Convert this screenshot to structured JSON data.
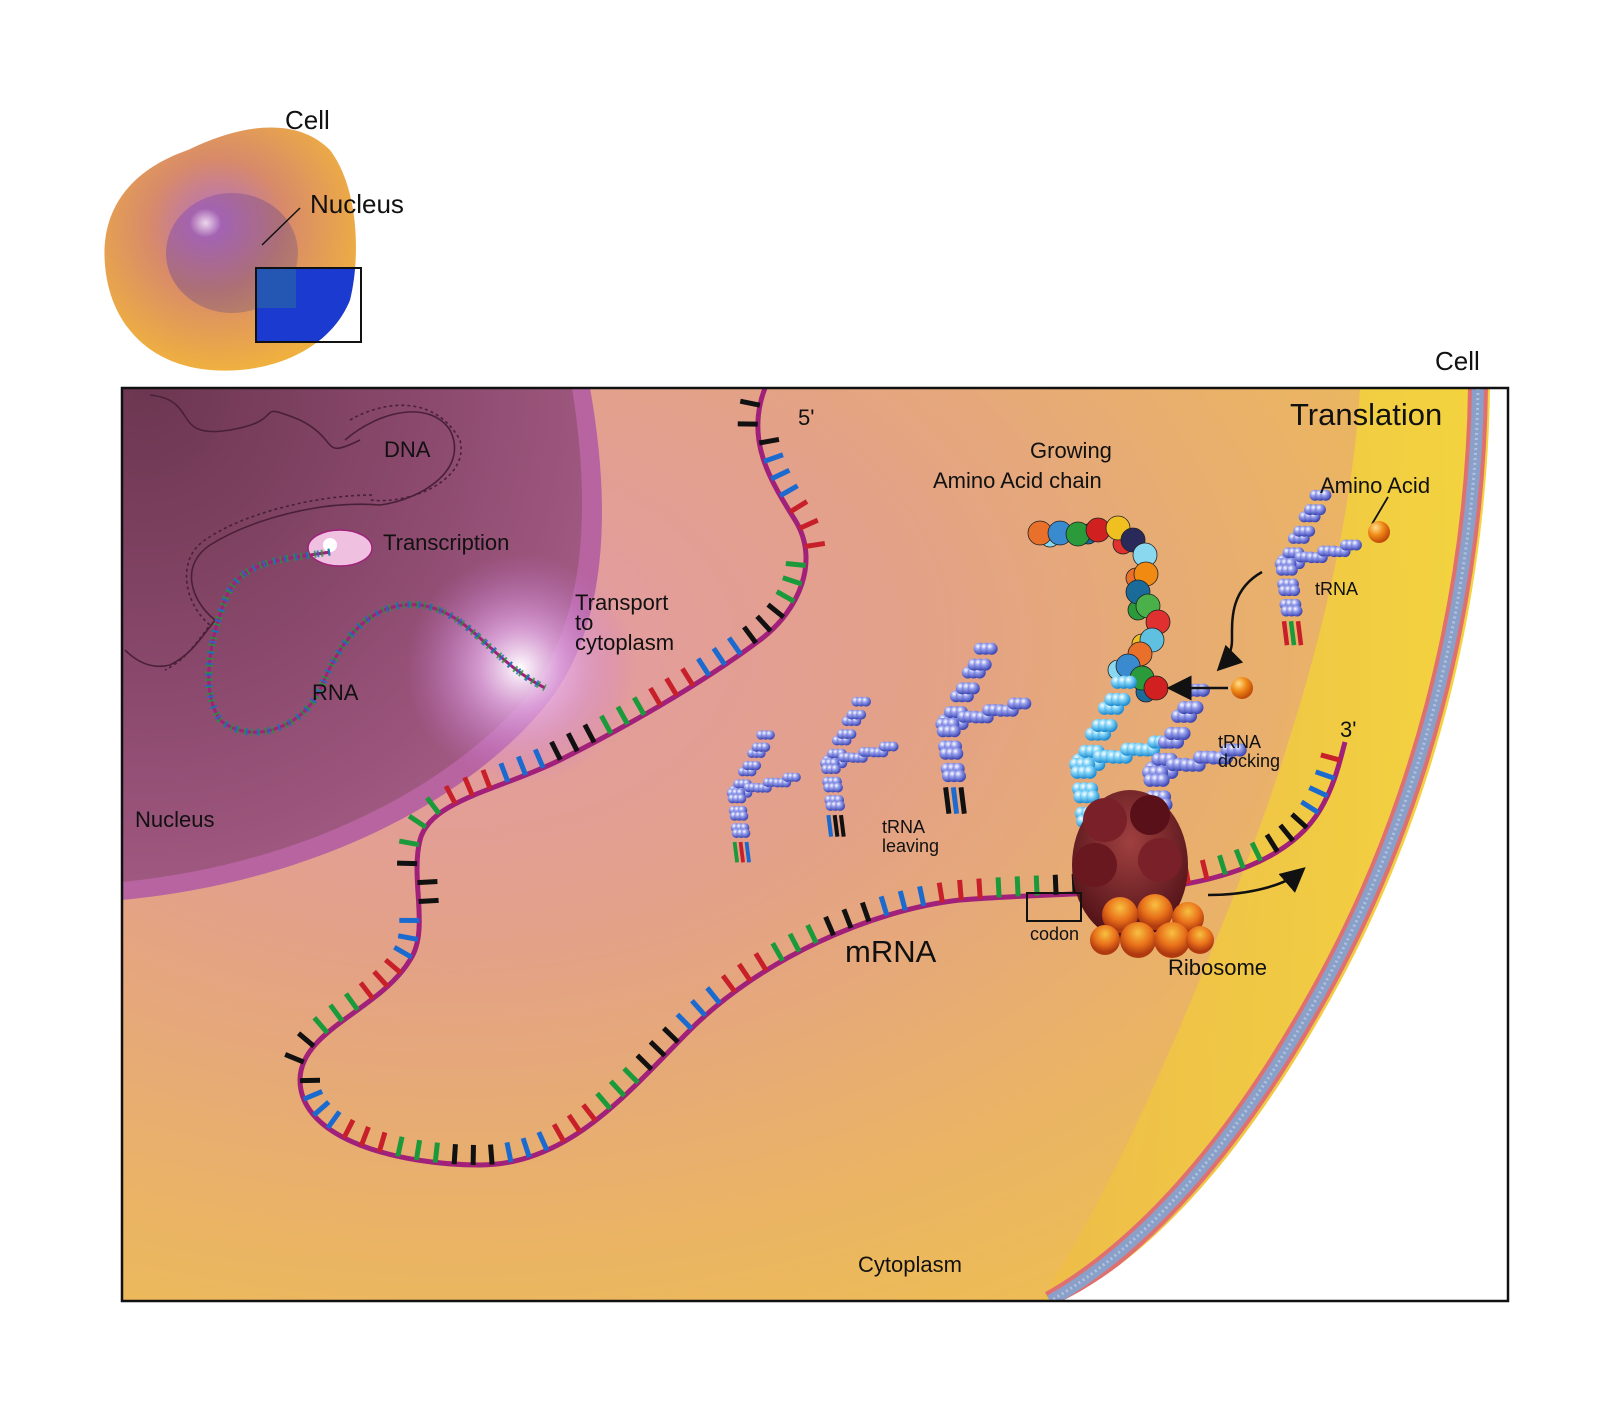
{
  "inset": {
    "cell_label": "Cell",
    "nucleus_label": "Nucleus"
  },
  "main": {
    "cell_label": "Cell",
    "title": "Translation",
    "five_prime": "5'",
    "three_prime": "3'",
    "dna_label": "DNA",
    "transcription_label": "Transcription",
    "rna_label": "RNA",
    "transport_label": [
      "Transport",
      "to",
      "cytoplasm"
    ],
    "nucleus_label": "Nucleus",
    "growing_chain_label": [
      "Growing",
      "Amino Acid chain"
    ],
    "amino_acid_label": "Amino Acid",
    "trna_label": "tRNA",
    "trna_docking_label": [
      "tRNA",
      "docking"
    ],
    "trna_leaving_label": [
      "tRNA",
      "leaving"
    ],
    "codon_label": "codon",
    "mrna_label": "mRNA",
    "ribosome_label": "Ribosome",
    "cytoplasm_label": "Cytoplasm"
  },
  "colors": {
    "cytoplasm_yellow": "#f2d43a",
    "cytoplasm_orange": "#e8a060",
    "nucleus_pink": "#d98cb0",
    "nucleus_dark": "#8c4a6e",
    "mrna_backbone": "#a0207a",
    "base_red": "#c8202a",
    "base_green": "#1a9a3a",
    "base_blue": "#1a6ad0",
    "base_black": "#111111",
    "trna_blue": "#5560c8",
    "trna_light": "#3aa8e0",
    "ribosome_dark": "#6a1820",
    "ribosome_orange": "#e86a10",
    "inset_blue": "#1a3ad0"
  }
}
